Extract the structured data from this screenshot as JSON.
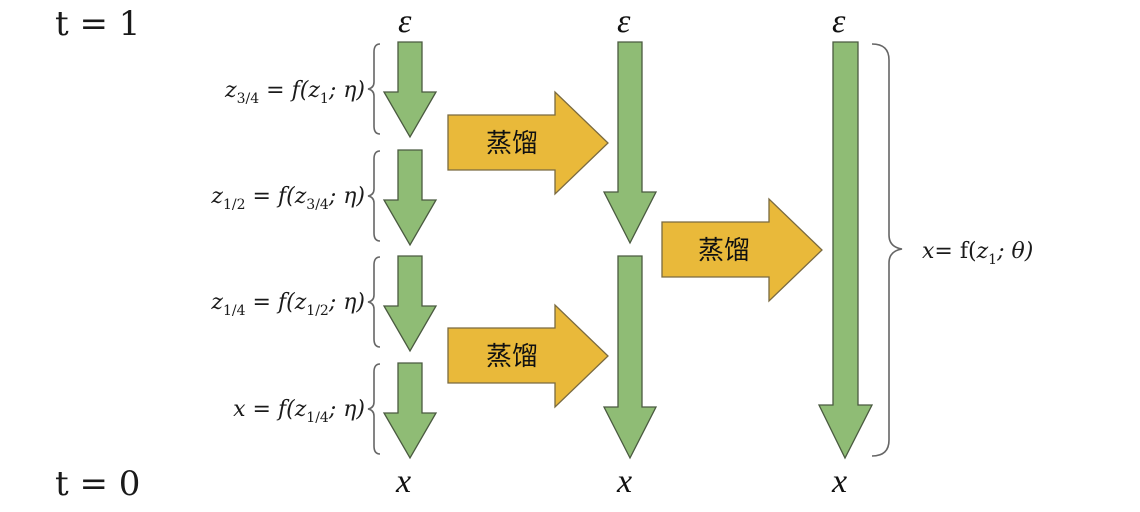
{
  "time_labels": {
    "top": "t = 1",
    "bottom": "t = 0"
  },
  "column_top_symbol": "ε",
  "column_bottom_symbol": "x",
  "step_equations": [
    {
      "lhs": "z",
      "lhs_sub": "3/4",
      "rhs_fn": "f(",
      "arg": "z",
      "arg_sub": "1",
      "param": "; η)"
    },
    {
      "lhs": "z",
      "lhs_sub": "1/2",
      "rhs_fn": "f(",
      "arg": "z",
      "arg_sub": "3/4",
      "param": "; η)"
    },
    {
      "lhs": "z",
      "lhs_sub": "1/4",
      "rhs_fn": "f(",
      "arg": "z",
      "arg_sub": "1/2",
      "param": "; η)"
    },
    {
      "lhs": "x",
      "lhs_sub": "",
      "rhs_fn": "f(",
      "arg": "z",
      "arg_sub": "1/4",
      "param": "; η)"
    }
  ],
  "distill_label": "蒸馏",
  "final_equation": {
    "lhs": "x",
    "rhs_fn": "= f(",
    "arg": "z",
    "arg_sub": "1",
    "param": "; θ)"
  },
  "colors": {
    "green_arrow": "#8fbc75",
    "gold_arrow": "#e9b93a"
  }
}
